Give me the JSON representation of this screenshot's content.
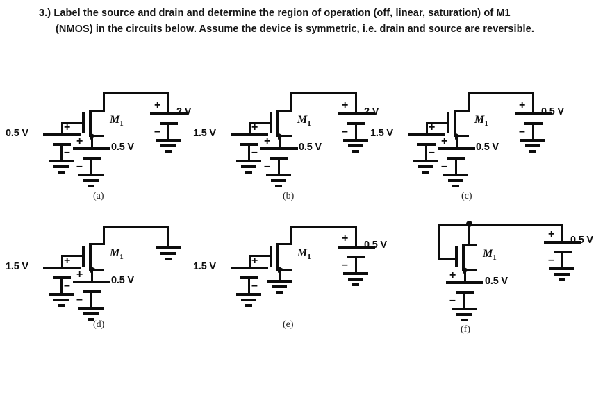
{
  "problem": {
    "number": "3.)",
    "text": "Label the source and drain and determine the region of operation (off, linear, saturation) of M1 (NMOS) in the circuits below. Assume the device is symmetric, i.e. drain and source are reversible."
  },
  "device_label": "M",
  "device_index": "1",
  "signs": {
    "plus": "+",
    "minus": "–"
  },
  "circuits": [
    {
      "caption": "(a)",
      "gate_source_label": "0.5 V",
      "source_voltage_label": "0.5 V",
      "drain_voltage_label": "2 V",
      "gate_has_battery": true,
      "source_has_battery": true,
      "drain_has_battery": true,
      "diode_connected": false
    },
    {
      "caption": "(b)",
      "gate_source_label": "1.5 V",
      "source_voltage_label": "0.5 V",
      "drain_voltage_label": "2 V",
      "gate_has_battery": true,
      "source_has_battery": true,
      "drain_has_battery": true,
      "diode_connected": false
    },
    {
      "caption": "(c)",
      "gate_source_label": "1.5 V",
      "source_voltage_label": "0.5 V",
      "drain_voltage_label": "0.5 V",
      "gate_has_battery": true,
      "source_has_battery": true,
      "drain_has_battery": true,
      "diode_connected": false
    },
    {
      "caption": "(d)",
      "gate_source_label": "1.5 V",
      "source_voltage_label": "0.5 V",
      "drain_voltage_label": "",
      "gate_has_battery": true,
      "source_has_battery": true,
      "drain_has_battery": false,
      "diode_connected": false
    },
    {
      "caption": "(e)",
      "gate_source_label": "1.5 V",
      "source_voltage_label": "",
      "drain_voltage_label": "0.5 V",
      "gate_has_battery": true,
      "source_has_battery": false,
      "drain_has_battery": true,
      "diode_connected": false
    },
    {
      "caption": "(f)",
      "gate_source_label": "",
      "source_voltage_label": "0.5 V",
      "drain_voltage_label": "0.5 V",
      "gate_has_battery": false,
      "source_has_battery": true,
      "drain_has_battery": true,
      "diode_connected": true
    }
  ],
  "colors": {
    "ink": "#0d0d0d",
    "background": "#ffffff"
  }
}
